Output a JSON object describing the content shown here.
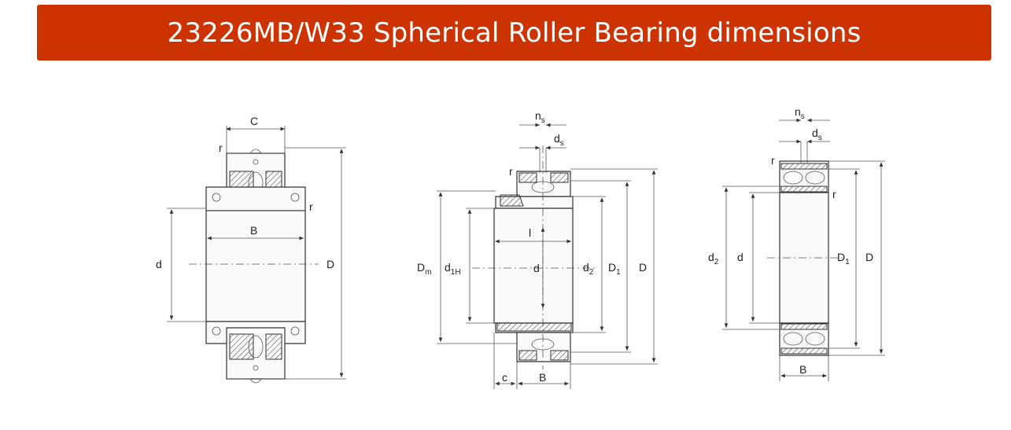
{
  "title": "23226MB/W33 Spherical Roller Bearing dimensions",
  "colors": {
    "banner": "#cc3300",
    "banner_text": "#ffffff",
    "line": "#333333"
  },
  "fig1": {
    "C": "C",
    "r1": "r",
    "r2": "r",
    "B": "B",
    "d": "d",
    "D": "D"
  },
  "fig2": {
    "ns": "n",
    "ns_sub": "s",
    "ds": "d",
    "ds_sub": "s",
    "r": "r",
    "l": "l",
    "Dm": "D",
    "Dm_sub": "m",
    "d1H": "d",
    "d1H_sub": "1H",
    "d": "d",
    "d2": "d",
    "d2_sub": "2",
    "D1": "D",
    "D1_sub": "1",
    "D": "D",
    "c": "c",
    "B": "B"
  },
  "fig3": {
    "ns": "n",
    "ns_sub": "s",
    "ds": "d",
    "ds_sub": "s",
    "r1": "r",
    "r2": "r",
    "d2": "d",
    "d2_sub": "2",
    "d": "d",
    "D1": "D",
    "D1_sub": "1",
    "D": "D",
    "B": "B"
  }
}
